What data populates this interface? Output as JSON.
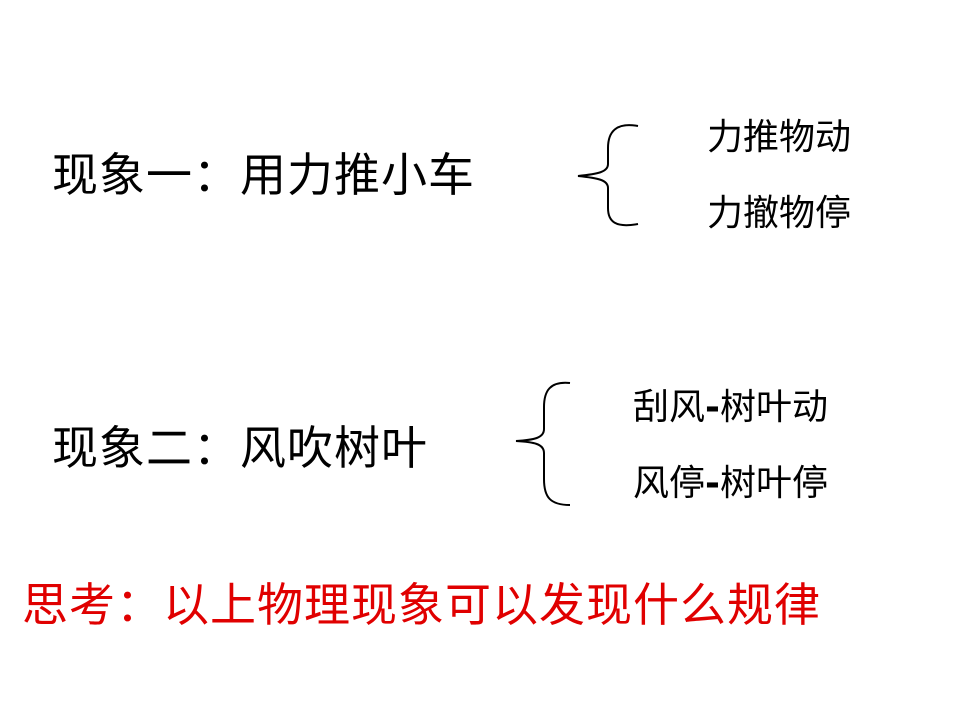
{
  "slide": {
    "phenomenon1": {
      "label": "现象一：用力推小车",
      "detail_top": "力推物动",
      "detail_bottom": "力撤物停"
    },
    "phenomenon2": {
      "label": "现象二：风吹树叶",
      "detail_top_a": "刮风",
      "detail_top_dash": "-",
      "detail_top_b": "树叶动",
      "detail_bottom_a": "风停",
      "detail_bottom_dash": "-",
      "detail_bottom_b": "树叶停"
    },
    "question": {
      "text": "思考：以上物理现象可以发现什么规律",
      "color": "#e00000"
    }
  }
}
